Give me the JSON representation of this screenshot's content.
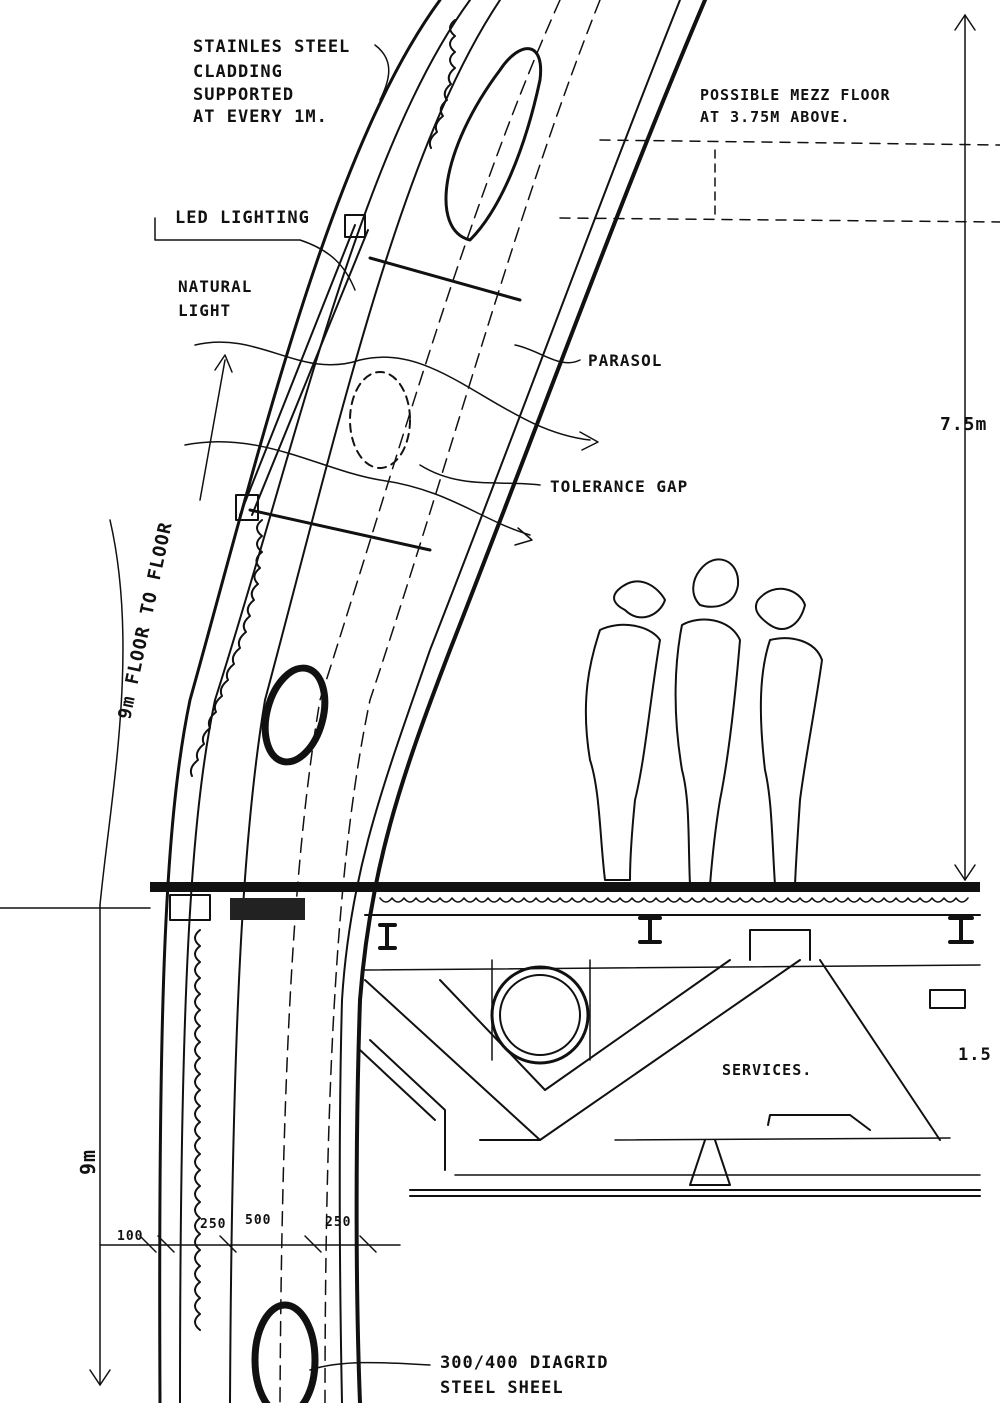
{
  "annotations": {
    "cladding_1": "STAINLES STEEL",
    "cladding_2": "CLADDING",
    "cladding_3": "SUPPORTED",
    "cladding_4": "AT EVERY 1M.",
    "mezz_1": "POSSIBLE MEZZ FLOOR",
    "mezz_2": "AT 3.75M ABOVE.",
    "led": "LED LIGHTING",
    "natural_1": "NATURAL",
    "natural_2": "LIGHT",
    "parasol": "PARASOL",
    "tolerance": "TOLERANCE GAP",
    "height_right": "7.5m",
    "floor_to_floor": "9m FLOOR TO FLOOR",
    "services": "SERVICES.",
    "right_partial": "1.5",
    "lower_height": "9m",
    "diagrid_1": "300/400 DIAGRID",
    "diagrid_2": "STEEL SHEEL"
  },
  "dimensions": {
    "d1": "100",
    "d2": "250",
    "d3": "500",
    "d4": "250"
  }
}
